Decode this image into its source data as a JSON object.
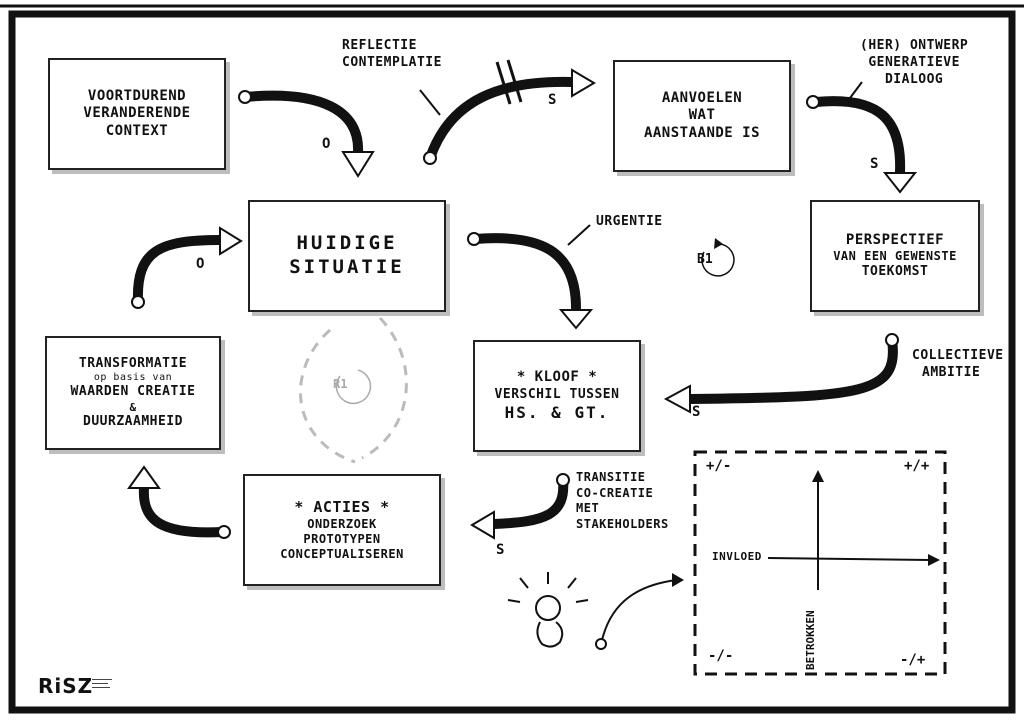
{
  "boxes": {
    "context": {
      "lines": [
        "VOORTDUREND",
        "VERANDERENDE",
        "CONTEXT"
      ]
    },
    "aanvoelen": {
      "lines": [
        "AANVOELEN",
        "WAT",
        "AANSTAANDE IS"
      ]
    },
    "huidige": {
      "lines": [
        "HUIDIGE",
        "SITUATIE"
      ]
    },
    "perspectief": {
      "lines": [
        "PERSPECTIEF",
        "VAN EEN GEWENSTE",
        "TOEKOMST"
      ]
    },
    "transformatie": {
      "lines": [
        "TRANSFORMATIE",
        "op basis van",
        "WAARDEN CREATIE",
        "&",
        "DUURZAAMHEID"
      ]
    },
    "kloof": {
      "lines": [
        "* KLOOF *",
        "VERSCHIL TUSSEN",
        "HS. & GT."
      ]
    },
    "acties": {
      "lines": [
        "* ACTIES *",
        "ONDERZOEK",
        "PROTOTYPEN",
        "CONCEPTUALISEREN"
      ]
    }
  },
  "labels": {
    "reflectie": [
      "REFLECTIE",
      "CONTEMPLATIE"
    ],
    "herontwerp": [
      "(HER) ONTWERP",
      "GENERATIEVE",
      "DIALOOG"
    ],
    "urgentie": "URGENTIE",
    "collectieve": [
      "COLLECTIEVE",
      "AMBITIE"
    ],
    "transitie": [
      "TRANSITIE",
      "CO-CREATIE",
      "MET",
      "STAKEHOLDERS"
    ]
  },
  "loops": {
    "b1": "B1",
    "r1": "R1"
  },
  "polarity": {
    "o1": "O",
    "o2": "O",
    "s1": "S",
    "s2": "S",
    "s3": "S",
    "s4": "S"
  },
  "quadrant": {
    "top_left": "+/-",
    "top_right": "+/+",
    "bottom_left": "-/-",
    "bottom_right": "-/+",
    "x_label": "INVLOED",
    "y_label": "BETROKKEN"
  },
  "logo": {
    "text": "RiSZ"
  }
}
